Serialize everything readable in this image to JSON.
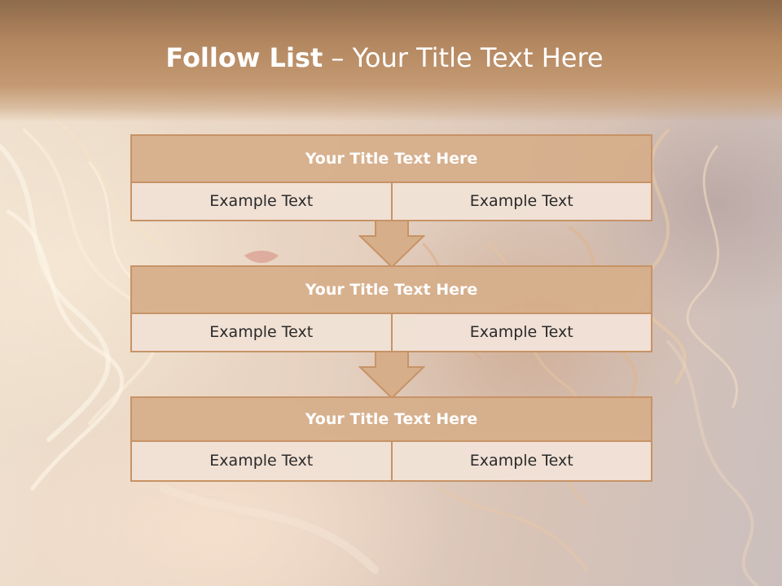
{
  "title": {
    "bold": "Follow List",
    "rest": " – Your Title Text Here"
  },
  "colors": {
    "header": "#b3875f",
    "block_fill": "#d6ae8a",
    "block_border": "#c79366",
    "cell_fill": "#f2e4da",
    "title_text": "#ffffff",
    "cell_text": "#2a2a2a"
  },
  "blocks": [
    {
      "title": "Your Title Text Here",
      "left": "Example Text",
      "right": "Example Text"
    },
    {
      "title": "Your Title Text Here",
      "left": "Example Text",
      "right": "Example Text"
    },
    {
      "title": "Your Title Text Here",
      "left": "Example Text",
      "right": "Example Text"
    }
  ]
}
